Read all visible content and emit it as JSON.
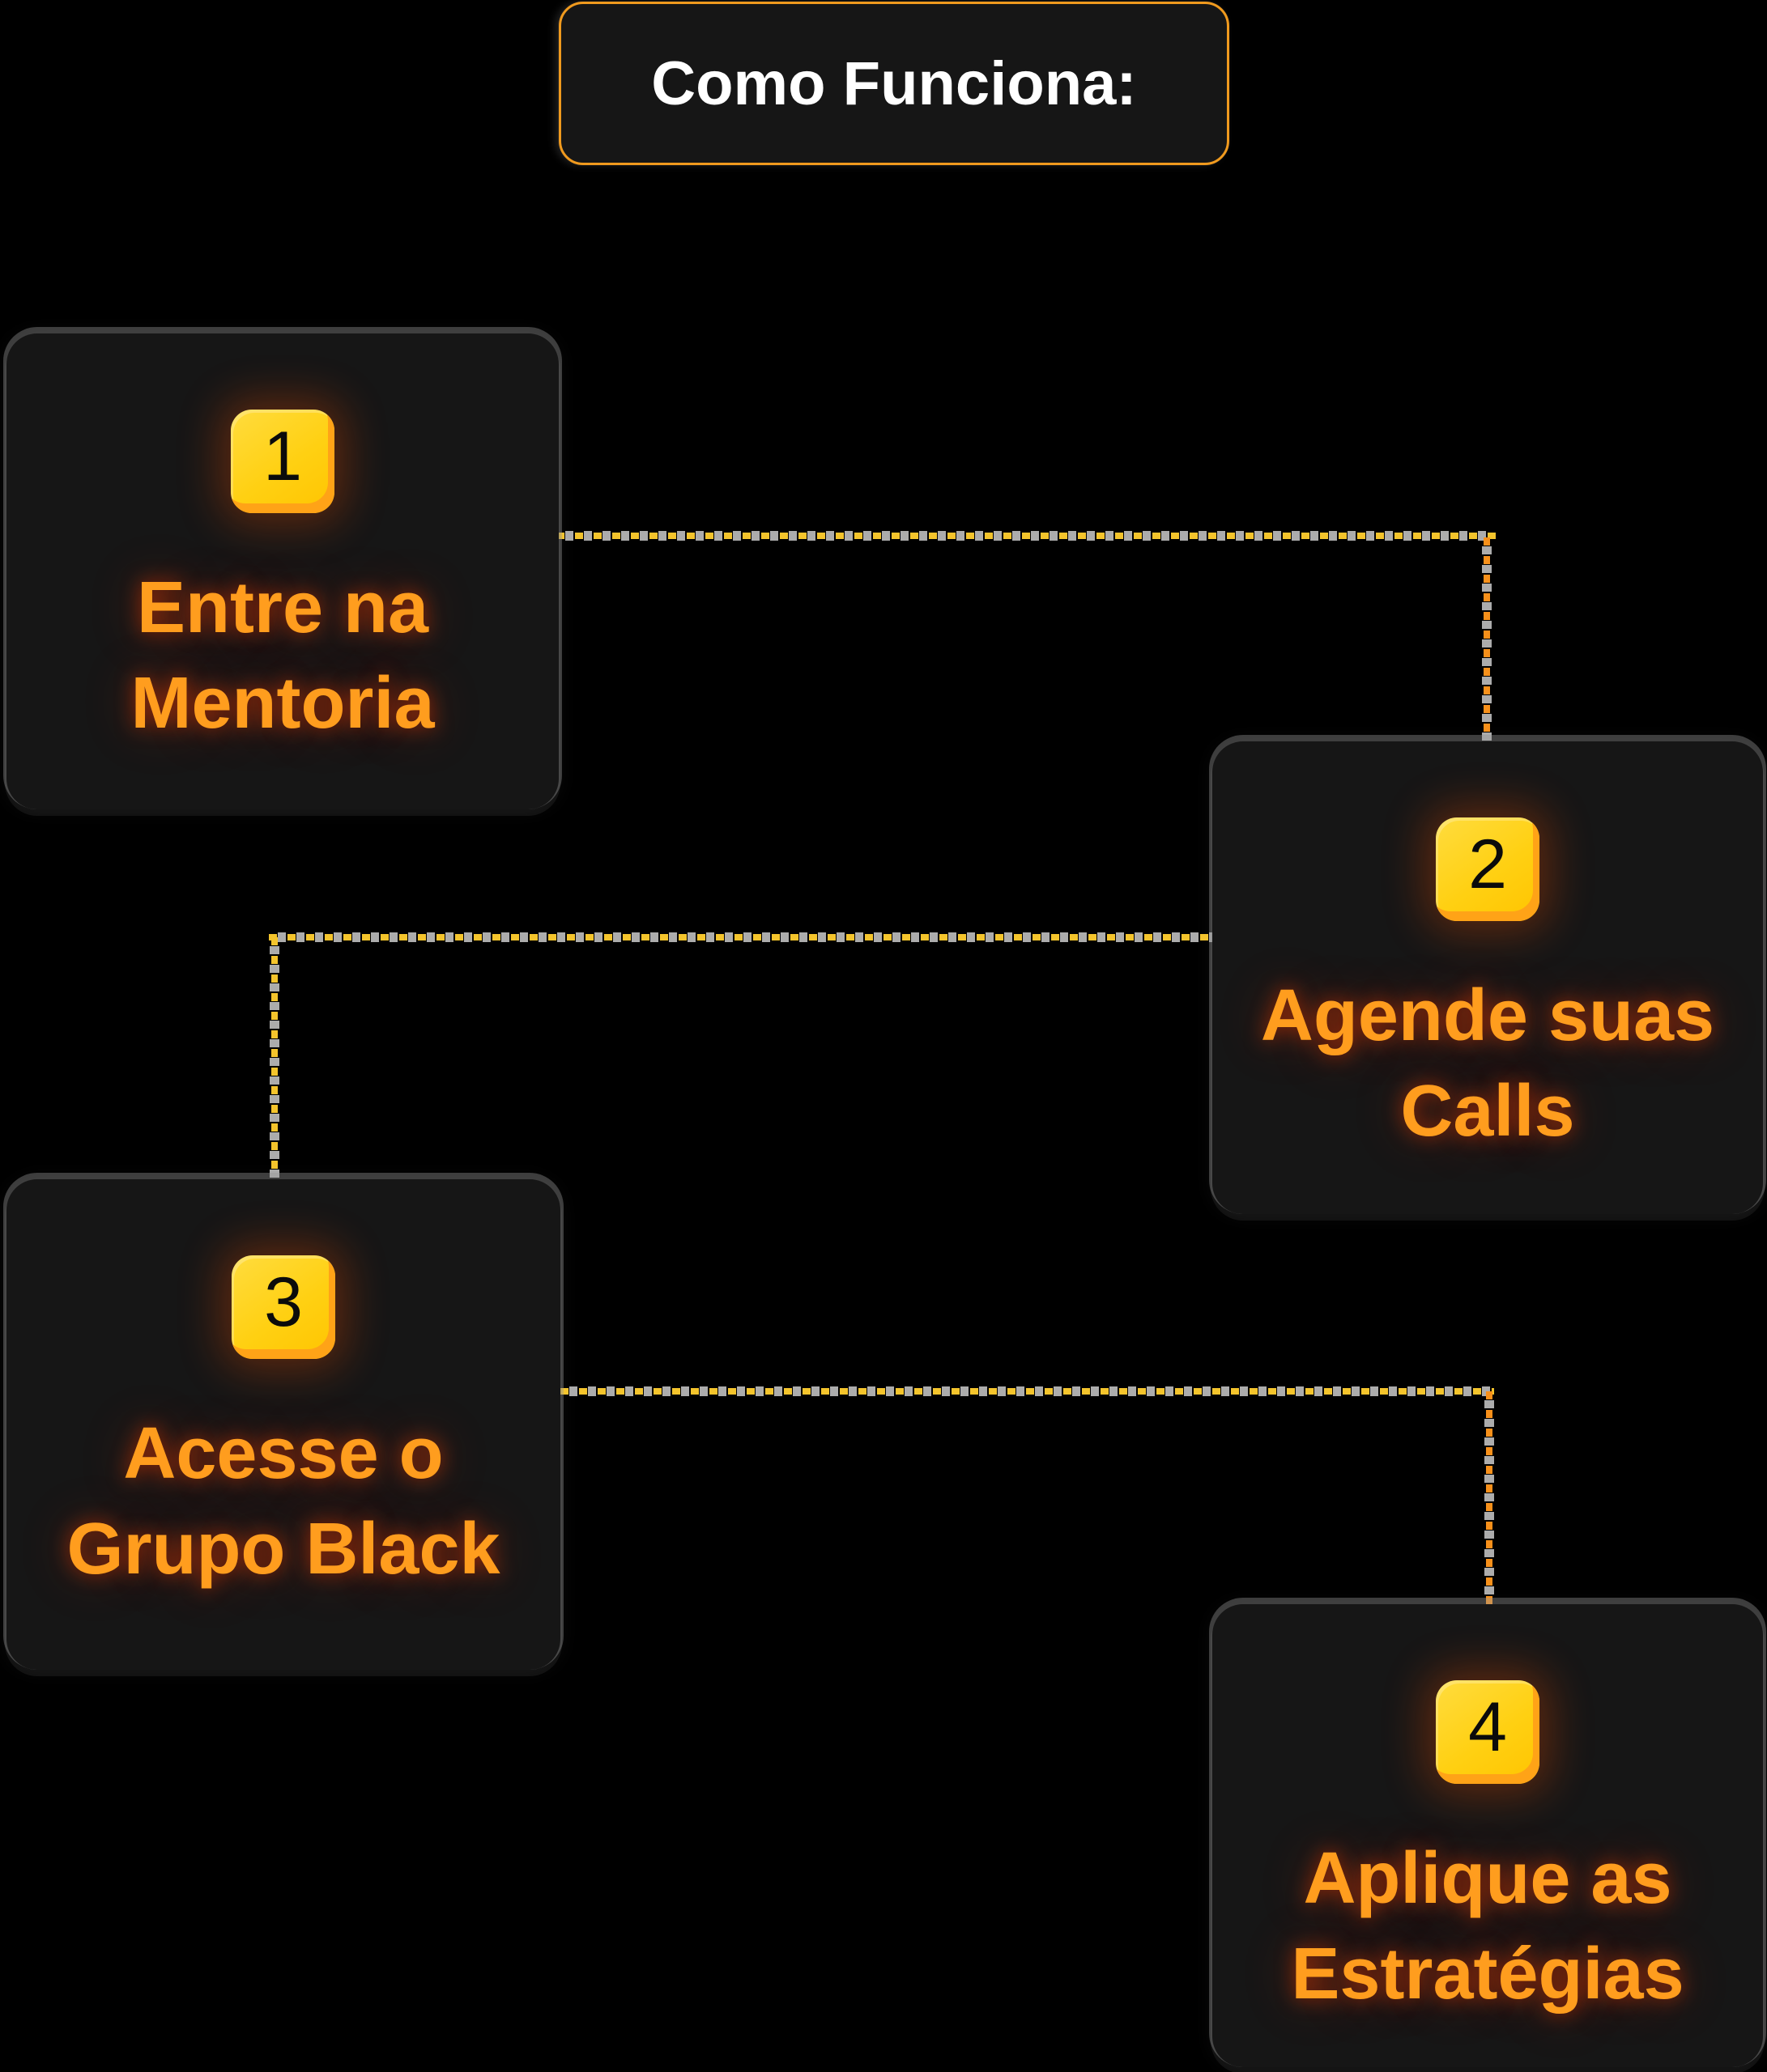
{
  "title": {
    "label": "Como Funciona:"
  },
  "steps": [
    {
      "number": "1",
      "line1": "Entre na",
      "line2": "Mentoria"
    },
    {
      "number": "2",
      "line1": "Agende suas",
      "line2": "Calls"
    },
    {
      "number": "3",
      "line1": "Acesse o",
      "line2": "Grupo Black"
    },
    {
      "number": "4",
      "line1": "Aplique as",
      "line2": "Estratégias"
    }
  ],
  "theme": {
    "background": "#000000",
    "card_background": "#161616",
    "title_text_color": "#FFFFFF",
    "title_border": "#F09A1E",
    "badge_yellow": "#FFD012",
    "badge_orange": "#FFA317",
    "badge_number_color": "#0B0B0B",
    "step_text_color": "#FF9D1E",
    "text_glow": "#FF3E00",
    "dash_yellow": "#F4C42C",
    "dash_orange": "#F7901A",
    "dash_gray": "#ACACAC"
  }
}
